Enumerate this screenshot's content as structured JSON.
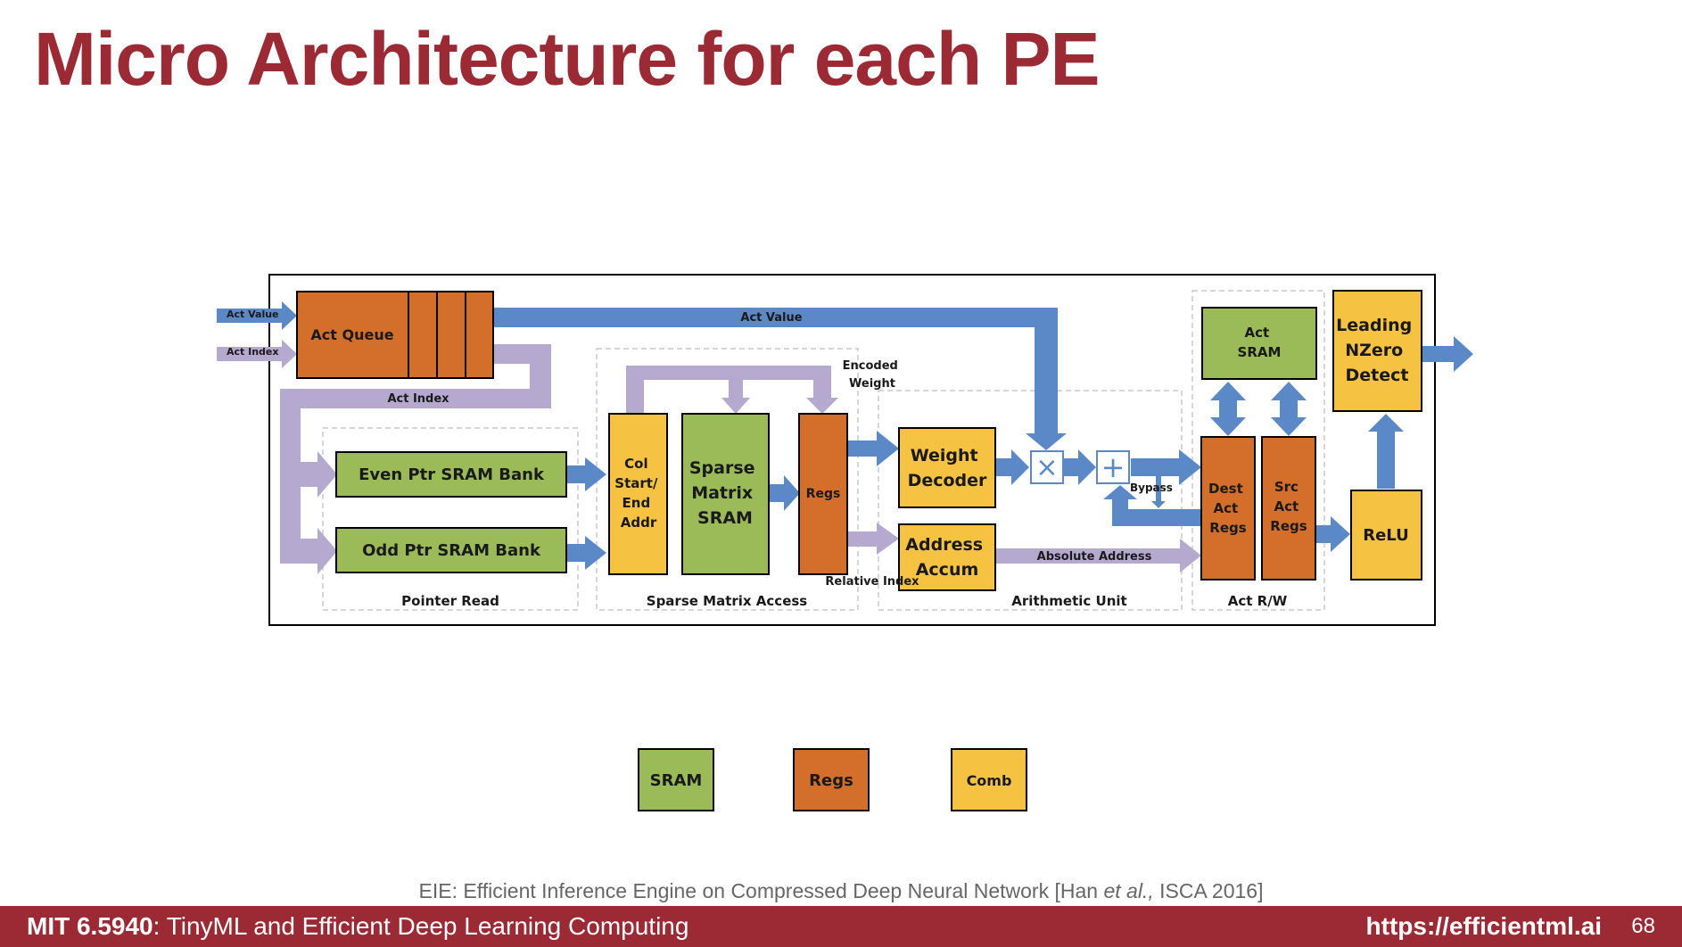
{
  "slide": {
    "title": "Micro Architecture for each PE",
    "citation_prefix": "EIE: Efficient Inference Engine on Compressed Deep Neural Network [Han ",
    "citation_em": "et al.,",
    "citation_suffix": " ISCA 2016]",
    "footer": {
      "course_code": "MIT 6.5940",
      "course_name": ": TinyML and Efficient Deep Learning Computing",
      "url": "https://efficientml.ai",
      "page": "68"
    }
  },
  "colors": {
    "sram": "#9bbb59",
    "regs": "#d46f2b",
    "comb": "#f5c242",
    "value_arrow": "#5b89c8",
    "index_arrow": "#b6a9cf",
    "title": "#9b2a35"
  },
  "diagram": {
    "inputs": {
      "act_value": "Act Value",
      "act_index": "Act Index"
    },
    "wire_labels": {
      "act_value": "Act Value",
      "act_index": "Act Index",
      "encoded_weight": [
        "Encoded",
        "Weight"
      ],
      "relative_index": "Relative Index",
      "absolute_address": "Absolute Address",
      "bypass": "Bypass"
    },
    "stage_labels": {
      "pointer_read": "Pointer Read",
      "sparse_matrix_access": "Sparse Matrix Access",
      "arithmetic_unit": "Arithmetic Unit",
      "act_rw": "Act R/W"
    },
    "blocks": {
      "act_queue": "Act Queue",
      "even_ptr": "Even Ptr SRAM Bank",
      "odd_ptr": "Odd Ptr SRAM Bank",
      "col_addr": [
        "Col",
        "Start/",
        "End",
        "Addr"
      ],
      "sparse_sram": [
        "Sparse",
        "Matrix",
        "SRAM"
      ],
      "regs": "Regs",
      "weight_decoder": [
        "Weight",
        "Decoder"
      ],
      "address_accum": [
        "Address",
        "Accum"
      ],
      "act_sram": [
        "Act",
        "SRAM"
      ],
      "dest_act_regs": [
        "Dest",
        "Act",
        "Regs"
      ],
      "src_act_regs": [
        "Src",
        "Act",
        "Regs"
      ],
      "leading_nzero": [
        "Leading",
        "NZero",
        "Detect"
      ],
      "relu": "ReLU"
    },
    "operators": {
      "multiply": "×",
      "add": "+"
    },
    "legend": [
      {
        "label": "SRAM",
        "kind": "sram"
      },
      {
        "label": "Regs",
        "kind": "regs"
      },
      {
        "label": "Comb",
        "kind": "comb"
      }
    ]
  }
}
